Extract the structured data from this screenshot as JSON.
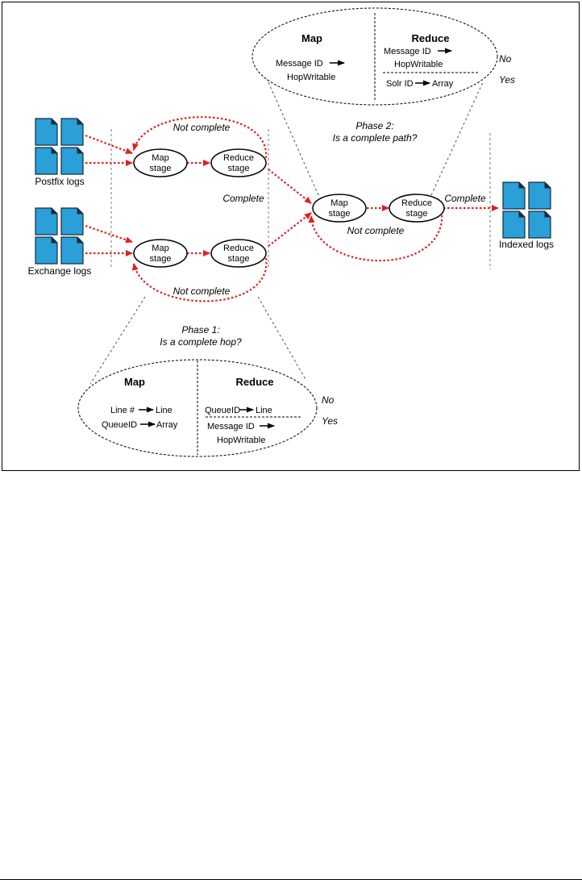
{
  "colors": {
    "accent_red": "#e02020",
    "doc_blue": "#2a9fd8",
    "ink": "#000000"
  },
  "icons": [
    "document-icon"
  ],
  "sources": {
    "postfix": "Postfix logs",
    "exchange": "Exchange logs"
  },
  "output": {
    "indexed": "Indexed logs"
  },
  "stages": {
    "map_line1": "Map",
    "map_line2": "stage",
    "reduce_line1": "Reduce",
    "reduce_line2": "stage"
  },
  "edges": {
    "not_complete": "Not complete",
    "complete": "Complete"
  },
  "phase1": {
    "title": "Phase 1:",
    "question": "Is a complete hop?",
    "map_header": "Map",
    "reduce_header": "Reduce",
    "map_rows": [
      {
        "key": "Line #",
        "value": "Line"
      },
      {
        "key": "QueueID",
        "value": "Array"
      }
    ],
    "reduce_rows": [
      {
        "key": "QueueID",
        "value": "Line"
      },
      {
        "key": "Message ID",
        "value": "HopWritable"
      }
    ],
    "outcome_no": "No",
    "outcome_yes": "Yes"
  },
  "phase2": {
    "title": "Phase 2:",
    "question": "Is a complete path?",
    "map_header": "Map",
    "reduce_header": "Reduce",
    "map_rows": [
      {
        "key": "Message ID",
        "value": "HopWritable"
      }
    ],
    "reduce_rows": [
      {
        "key": "Message ID",
        "value": "HopWritable"
      },
      {
        "key": "Solr ID",
        "value": "Array"
      }
    ],
    "outcome_no": "No",
    "outcome_yes": "Yes"
  }
}
